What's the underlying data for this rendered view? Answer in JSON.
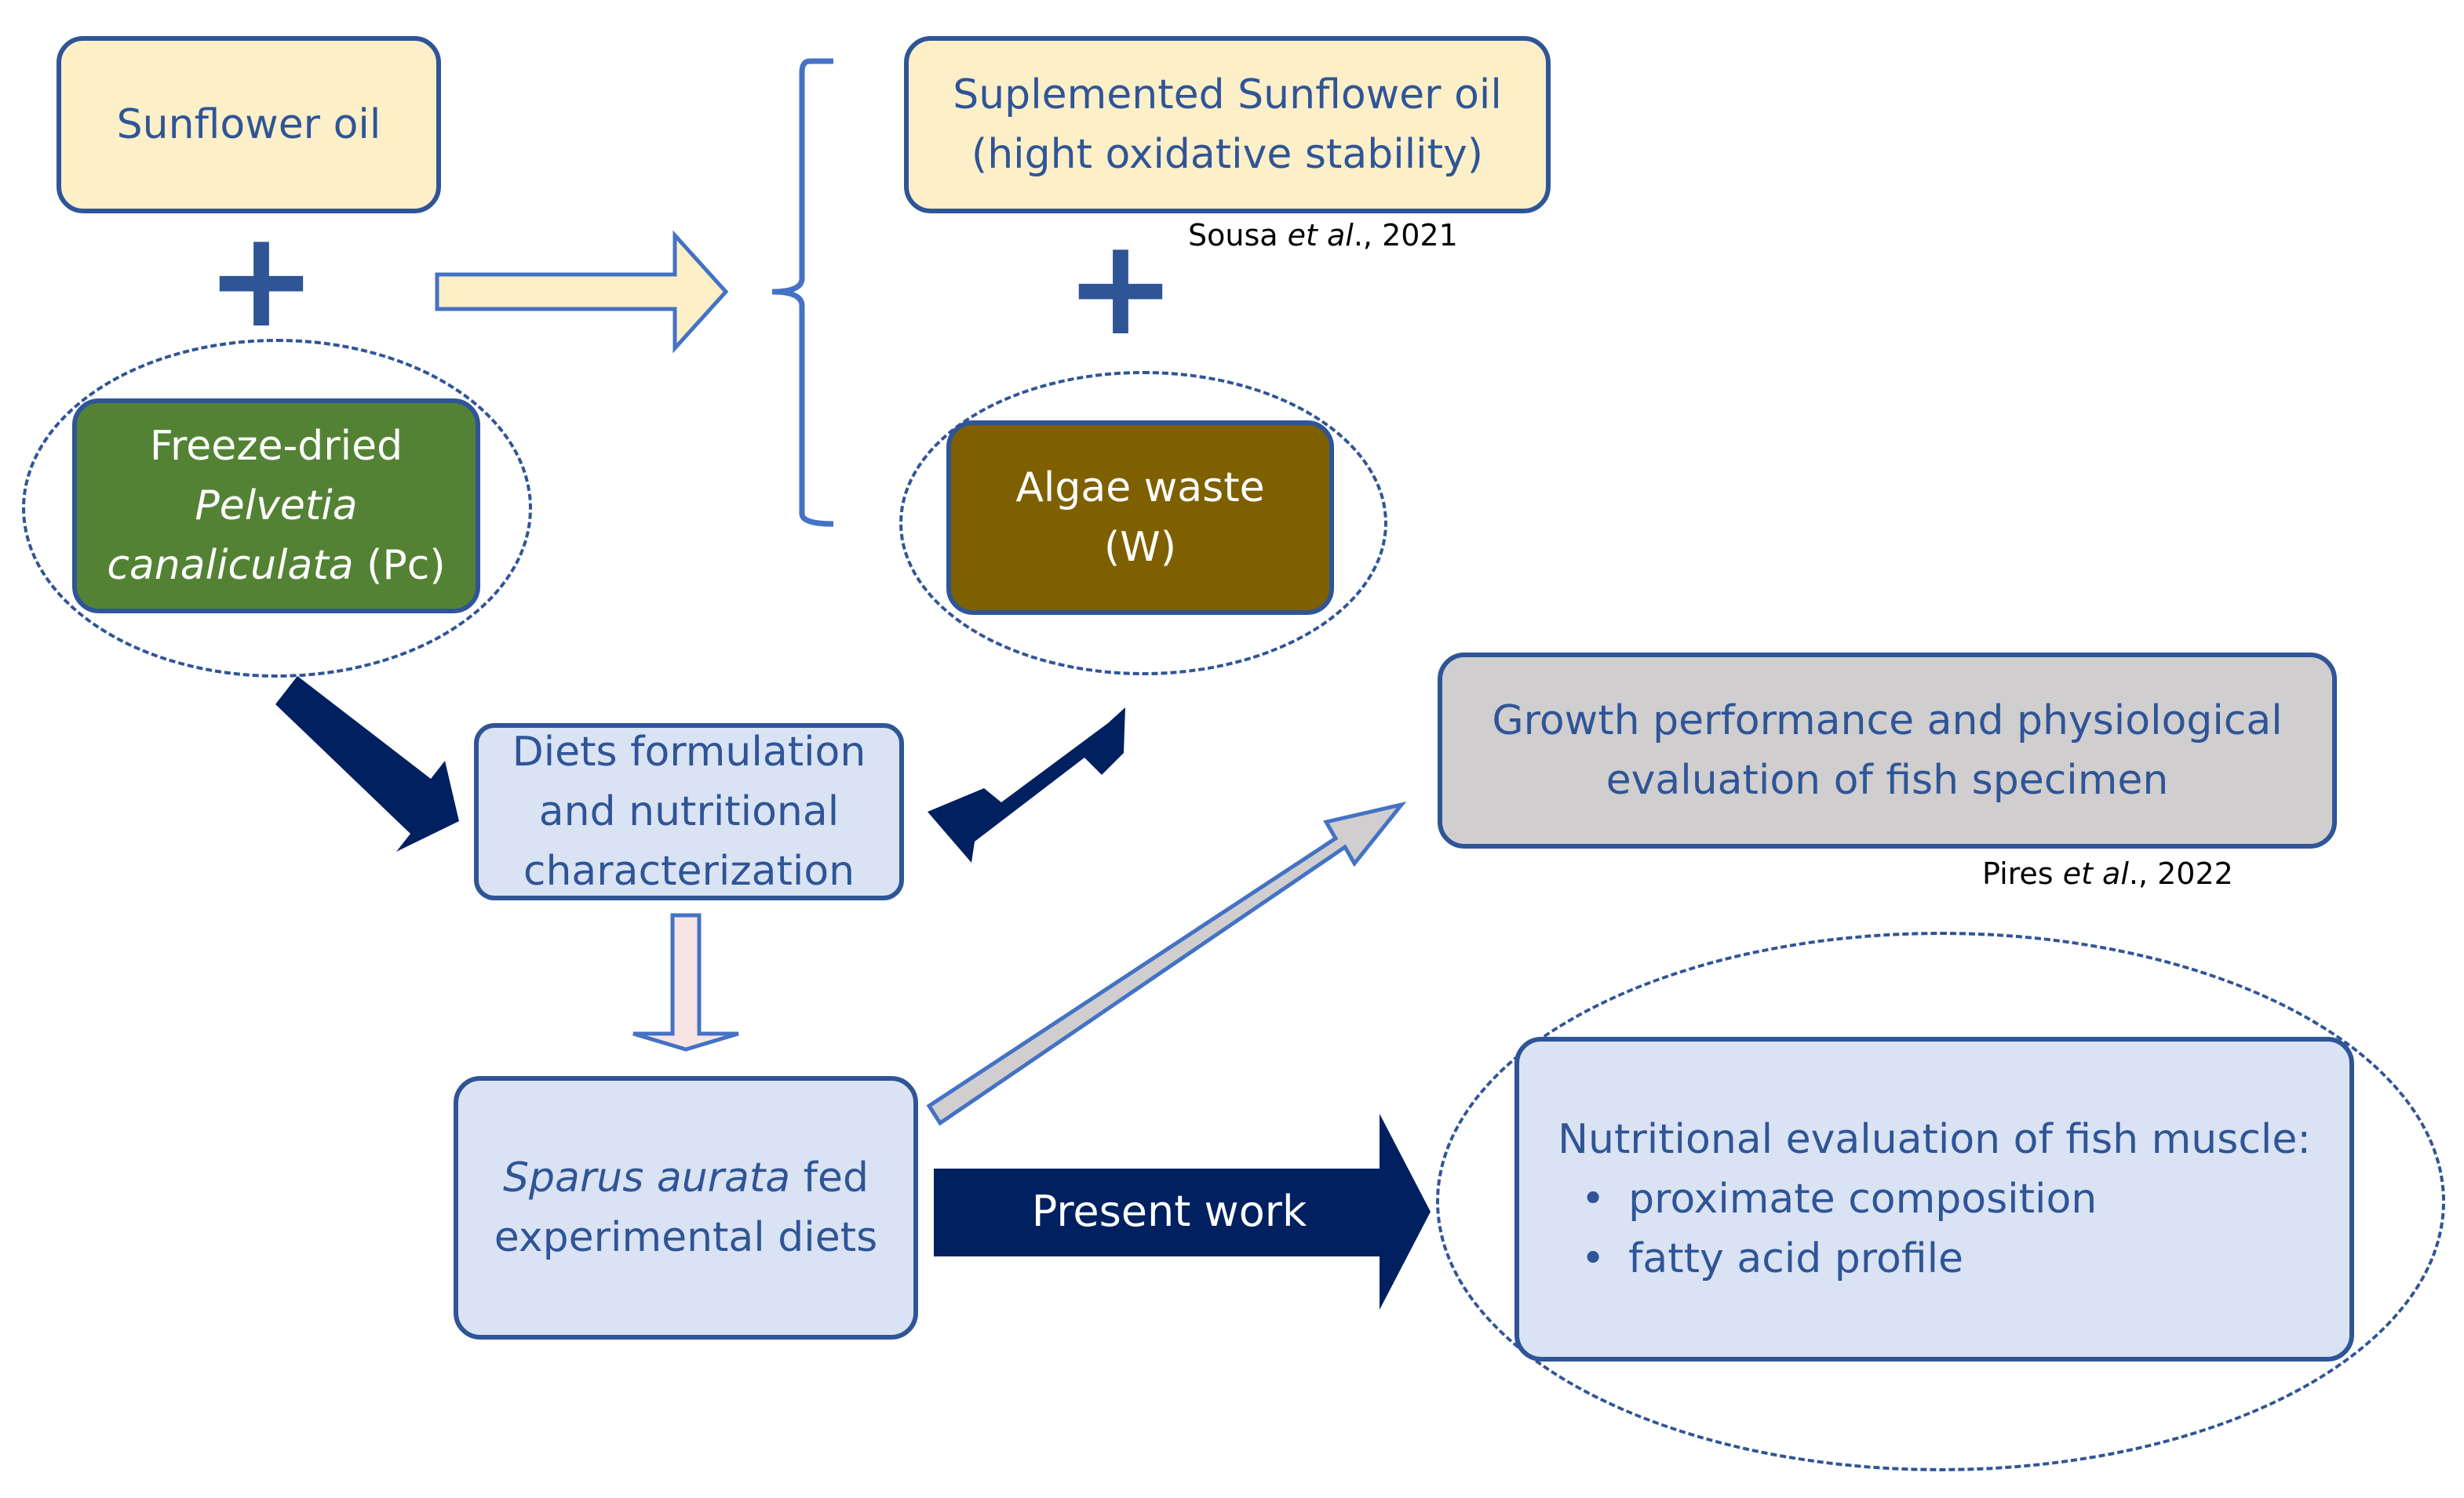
{
  "nodes": {
    "sunflower_oil": {
      "label": "Sunflower oil",
      "fill": "#fdefc8"
    },
    "supplemented_oil": {
      "line1": "Suplemented Sunflower oil",
      "line2": "(hight oxidative stability)",
      "fill": "#fdefc8"
    },
    "pelvetia": {
      "line1": "Freeze-dried",
      "line2": "Pelvetia",
      "line3_italic": "canaliculata",
      "line3_rest": " (Pc)",
      "fill": "#548235"
    },
    "algae_waste": {
      "line1": "Algae waste",
      "line2": "(W)",
      "fill": "#7f6000"
    },
    "diets": {
      "line1": "Diets formulation",
      "line2": "and nutritional",
      "line3": "characterization",
      "fill": "#dae3f3"
    },
    "sparus": {
      "line1_italic": "Sparus aurata",
      "line1_rest": " fed",
      "line2": "experimental diets",
      "fill": "#dae3f3"
    },
    "growth": {
      "line1": "Growth performance and physiological",
      "line2": "evaluation of fish specimen",
      "fill": "#d0cece"
    },
    "nutritional": {
      "title": "Nutritional evaluation of fish muscle:",
      "bullets": [
        "proximate composition",
        "fatty acid profile"
      ],
      "bullet_symbol": "•",
      "fill": "#dae3f3"
    }
  },
  "citations": {
    "sousa": {
      "author": "Sousa ",
      "etal": "et al",
      "rest": "., 2021"
    },
    "pires": {
      "author": "Pires ",
      "etal": "et al",
      "rest": "., 2022"
    }
  },
  "symbols": {
    "plus": "+"
  },
  "arrows": {
    "present_work_label": "Present work"
  },
  "colors": {
    "border": "#2f5597",
    "dark_arrow": "#002060",
    "cream": "#fdefc8",
    "grey_arrow": "#d0cece",
    "pink_arrow": "#f8e4e4"
  }
}
